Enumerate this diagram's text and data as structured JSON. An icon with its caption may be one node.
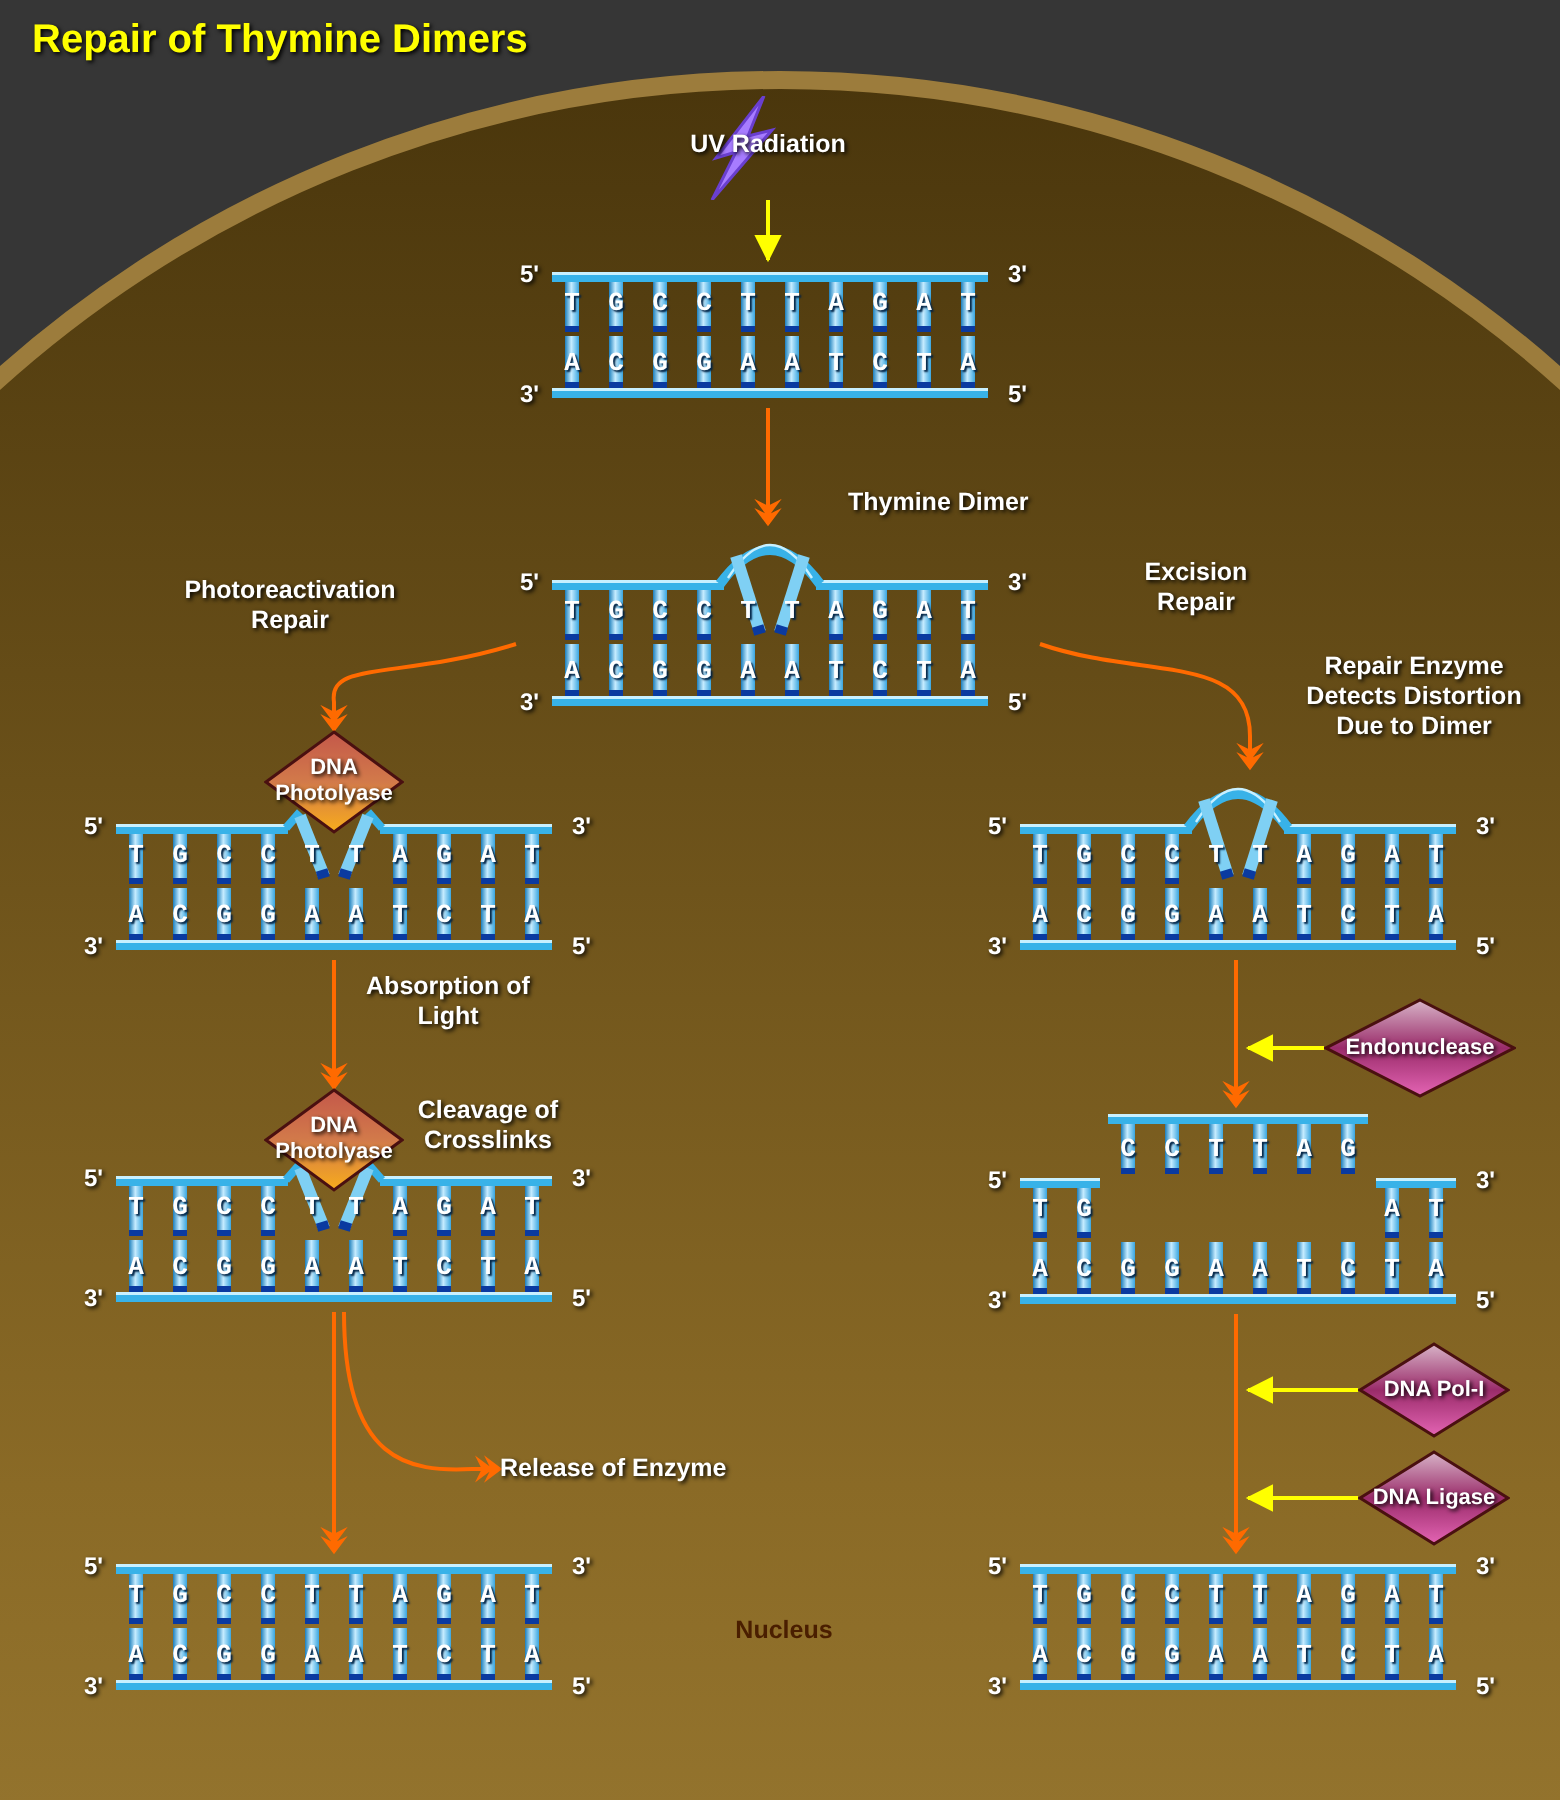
{
  "diagram": {
    "title": "Repair of Thymine Dimers",
    "nodes": [
      {
        "text": [
          "UV Radiation"
        ]
      },
      {
        "text": [
          "5'",
          "T G C C T T A G A T",
          "3'",
          "A C G G A A T C T A",
          "3'",
          "5'"
        ]
      },
      {
        "text": [
          "5'",
          "T G C C T T A G A T",
          "3'",
          "A C G G A A T C T A",
          "3'",
          "5'"
        ],
        "beside": [
          "Thymine Dimer"
        ]
      },
      {
        "text": [
          "DNA Photolyase"
        ]
      },
      {
        "text": [
          "5'",
          "T G C C T T A G A T",
          "3'",
          "A C G G A A T C T A",
          "3'",
          "5'"
        ]
      },
      {
        "text": [
          "DNA Photolyase"
        ]
      },
      {
        "text": [
          "5'",
          "T G C C T T A G A T",
          "3'",
          "A C G G A A T C T A",
          "3'",
          "5'"
        ]
      },
      {
        "text": [
          "5'",
          "T G C C T T A G A T",
          "3'",
          "A C G G A A T C T A",
          "3'",
          "5'"
        ]
      },
      {
        "text": [
          "Release of Enzyme"
        ]
      },
      {
        "text": [
          "5'",
          "T G C C T T A G A T",
          "3'",
          "A C G G A A T C T A",
          "3'",
          "5'"
        ]
      },
      {
        "text": [
          "Endonuclease"
        ]
      },
      {
        "text": [
          "C C T T A G",
          "5'",
          "T G",
          "A T",
          "3'",
          "A C G G A A T C T A",
          "3'",
          "5'"
        ]
      },
      {
        "text": [
          "DNA Pol-I"
        ]
      },
      {
        "text": [
          "DNA Ligase"
        ]
      },
      {
        "text": [
          "5'",
          "T G C C T T A G A T",
          "3'",
          "A C G G A A T C T A",
          "3'",
          "5'"
        ]
      }
    ],
    "edges": [
      {
        "from": 0,
        "to": 1,
        "arrow": "to",
        "color": "#ffff00"
      },
      {
        "from": 1,
        "to": 2,
        "arrow": "to"
      },
      {
        "from": 2,
        "to": 3,
        "arrow": "to",
        "label": "Photoreactivation Repair"
      },
      {
        "from": 2,
        "to": 9,
        "arrow": "to",
        "label": "Excision Repair"
      },
      {
        "from": 4,
        "to": 5,
        "arrow": "to"
      },
      {
        "from": 6,
        "to": 7,
        "arrow": "to"
      },
      {
        "from": 6,
        "to": 8,
        "arrow": "to"
      },
      {
        "from": 9,
        "to": 11,
        "arrow": "to"
      },
      {
        "from": 10,
        "to": null,
        "arrow": "to",
        "color": "#ffff00"
      },
      {
        "from": 11,
        "to": 14,
        "arrow": "to"
      },
      {
        "from": 12,
        "to": null,
        "arrow": "to",
        "color": "#ffff00"
      },
      {
        "from": 13,
        "to": null,
        "arrow": "to",
        "color": "#ffff00"
      }
    ],
    "labels": [
      "Repair Enzyme Detects Distortion Due to Dimer",
      "Absorption of Light",
      "Cleavage of Crosslinks",
      "Nucleus"
    ]
  }
}
